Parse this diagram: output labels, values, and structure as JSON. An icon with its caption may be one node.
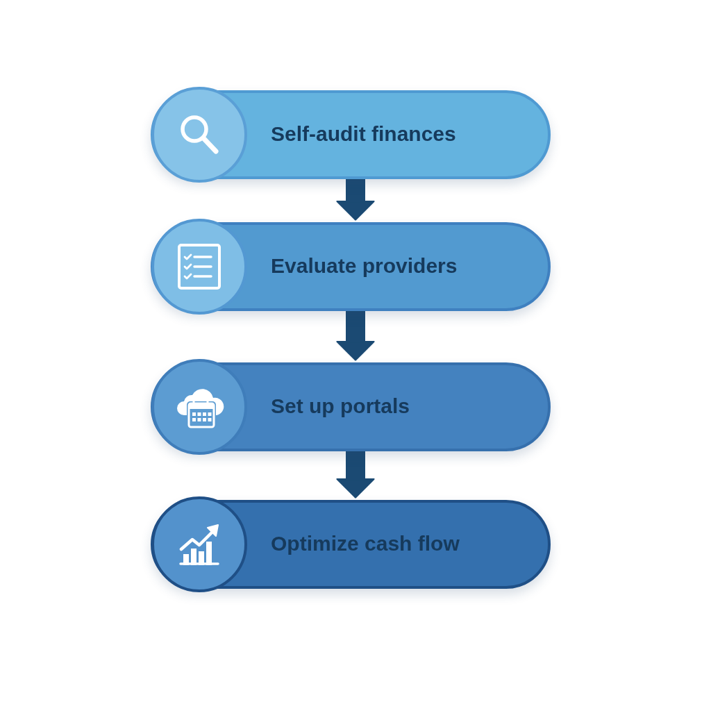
{
  "diagram": {
    "nodes": [
      {
        "text": [
          "Self-audit finances"
        ]
      },
      {
        "text": [
          "Evaluate providers"
        ]
      },
      {
        "text": [
          "Set up portals"
        ]
      },
      {
        "text": [
          "Optimize cash flow"
        ]
      }
    ],
    "edges": [
      {
        "from": 0,
        "to": 1,
        "arrow": "to"
      },
      {
        "from": 1,
        "to": 2,
        "arrow": "to"
      },
      {
        "from": 2,
        "to": 3,
        "arrow": "to"
      }
    ]
  }
}
